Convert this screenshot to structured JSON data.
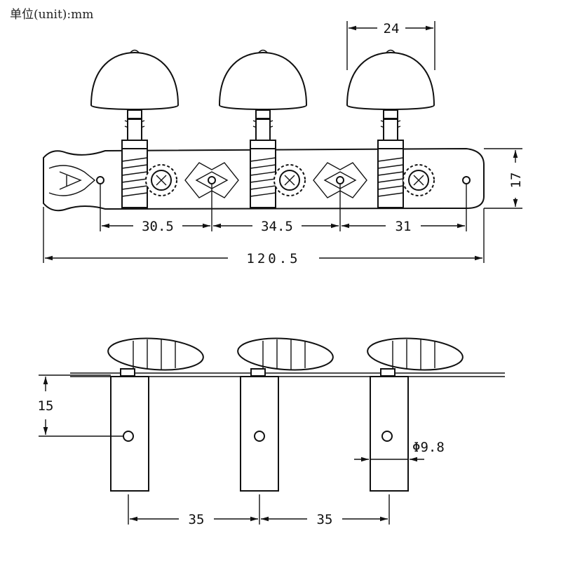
{
  "unit_label": "单位(unit):mm",
  "top_view": {
    "knob_width": "24",
    "plate_height": "17",
    "spacing_1": "30.5",
    "spacing_2": "34.5",
    "spacing_3": "31",
    "total_length": "120.5"
  },
  "side_view": {
    "post_hole_height": "15",
    "post_diameter": "Φ9.8",
    "post_spacing_1": "35",
    "post_spacing_2": "35"
  },
  "colors": {
    "line": "#111111",
    "background": "#ffffff"
  }
}
